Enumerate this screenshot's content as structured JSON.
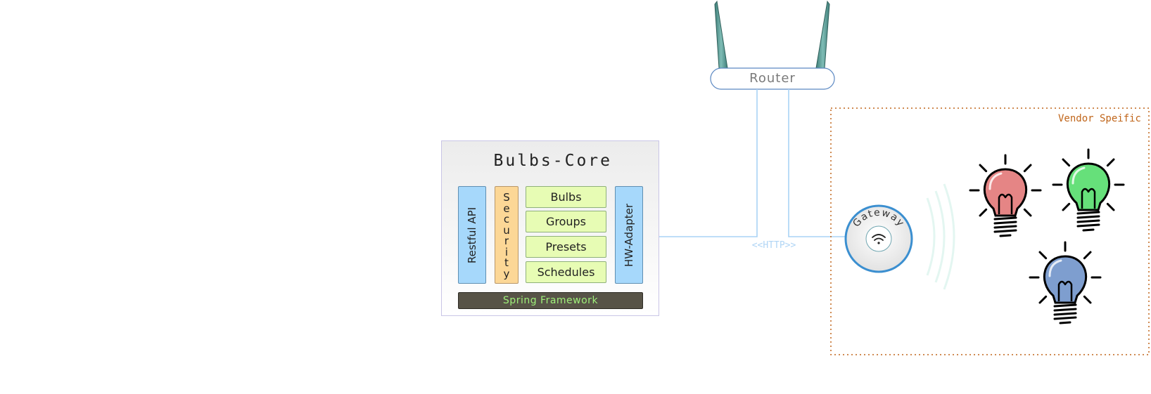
{
  "router": {
    "label": "Router"
  },
  "core": {
    "title": "Bulbs-Core",
    "left_bar": "Restful API",
    "security": "Security",
    "modules": [
      "Bulbs",
      "Groups",
      "Presets",
      "Schedules"
    ],
    "right_bar": "HW-Adapter",
    "framework": "Spring Framework"
  },
  "connection": {
    "label": "<<HTTP>>"
  },
  "gateway": {
    "label": "Gateway"
  },
  "vendor": {
    "label": "Vendor Speific"
  },
  "colors": {
    "bulb_red": "#e58585",
    "bulb_green": "#66e07a",
    "bulb_blue": "#7e9ecf",
    "connector": "#a9d3f5",
    "vendor_border": "#c0651a",
    "api_bar": "#a6d8fb",
    "security_bar": "#fcd796",
    "module_fill": "#e7fcb4",
    "framework_fill": "#575347",
    "framework_text": "#9ff07a"
  },
  "icons": {
    "router": "router-icon",
    "component": "component-icon",
    "wifi": "wifi-icon",
    "bulb": "light-bulb-icon"
  }
}
